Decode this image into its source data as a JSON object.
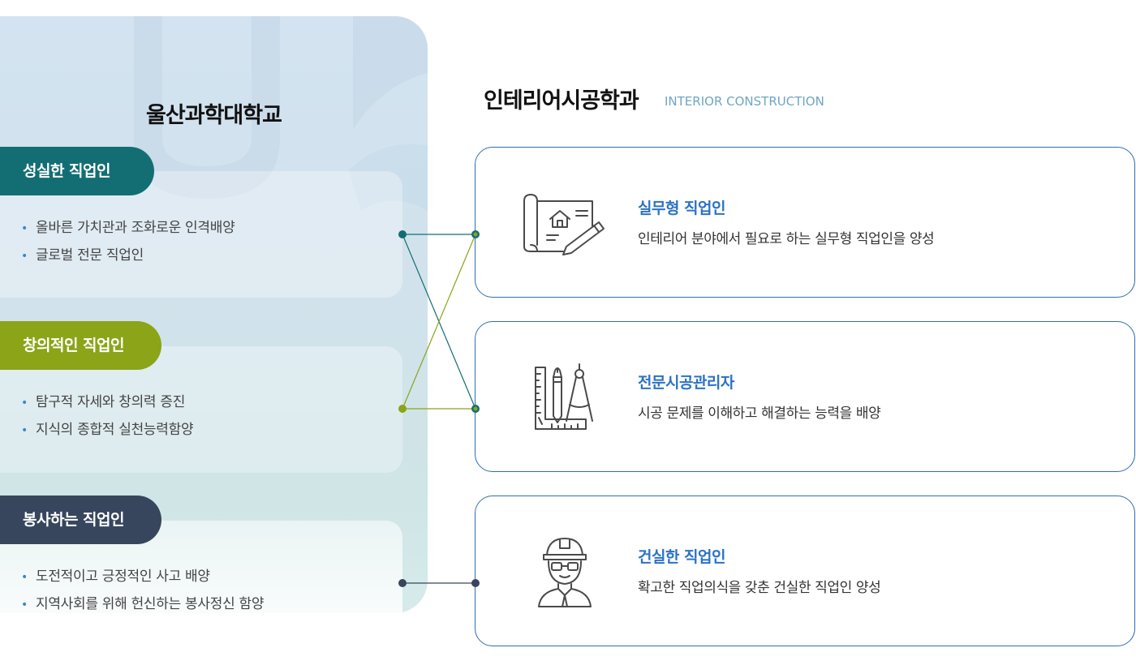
{
  "school": {
    "title": "울산과학대학교"
  },
  "department": {
    "title": "인테리어시공학과",
    "subtitle": "INTERIOR CONSTRUCTION"
  },
  "left_cards": [
    {
      "label": "성실한 직업인",
      "bullets": [
        "올바른 가치관과 조화로운 인격배양",
        "글로벌 전문 직업인"
      ]
    },
    {
      "label": "창의적인 직업인",
      "bullets": [
        "탐구적 자세와 창의력 증진",
        "지식의 종합적 실천능력함양"
      ]
    },
    {
      "label": "봉사하는 직업인",
      "bullets": [
        "도전적이고 긍정적인 사고 배양",
        "지역사회를 위해 헌신하는 봉사정신 함양"
      ]
    }
  ],
  "right_cards": [
    {
      "title": "실무형 직업인",
      "desc": "인테리어 분야에서 필요로 하는 실무형 직업인을 양성",
      "icon": "blueprint-pencil-icon"
    },
    {
      "title": "전문시공관리자",
      "desc": "시공 문제를 이해하고 해결하는 능력을 배양",
      "icon": "ruler-compass-icon"
    },
    {
      "title": "건실한 직업인",
      "desc": "확고한 직업의식을 갖춘 건실한 직업인 양성",
      "icon": "hardhat-worker-icon"
    }
  ],
  "bullet_symbol": "•",
  "colors": {
    "teal": "#136e73",
    "green": "#8ba418",
    "navy": "#37465c",
    "accent_blue": "#2b73c4",
    "card_border": "#2f6fb3",
    "subtitle": "#6ea5c6"
  }
}
